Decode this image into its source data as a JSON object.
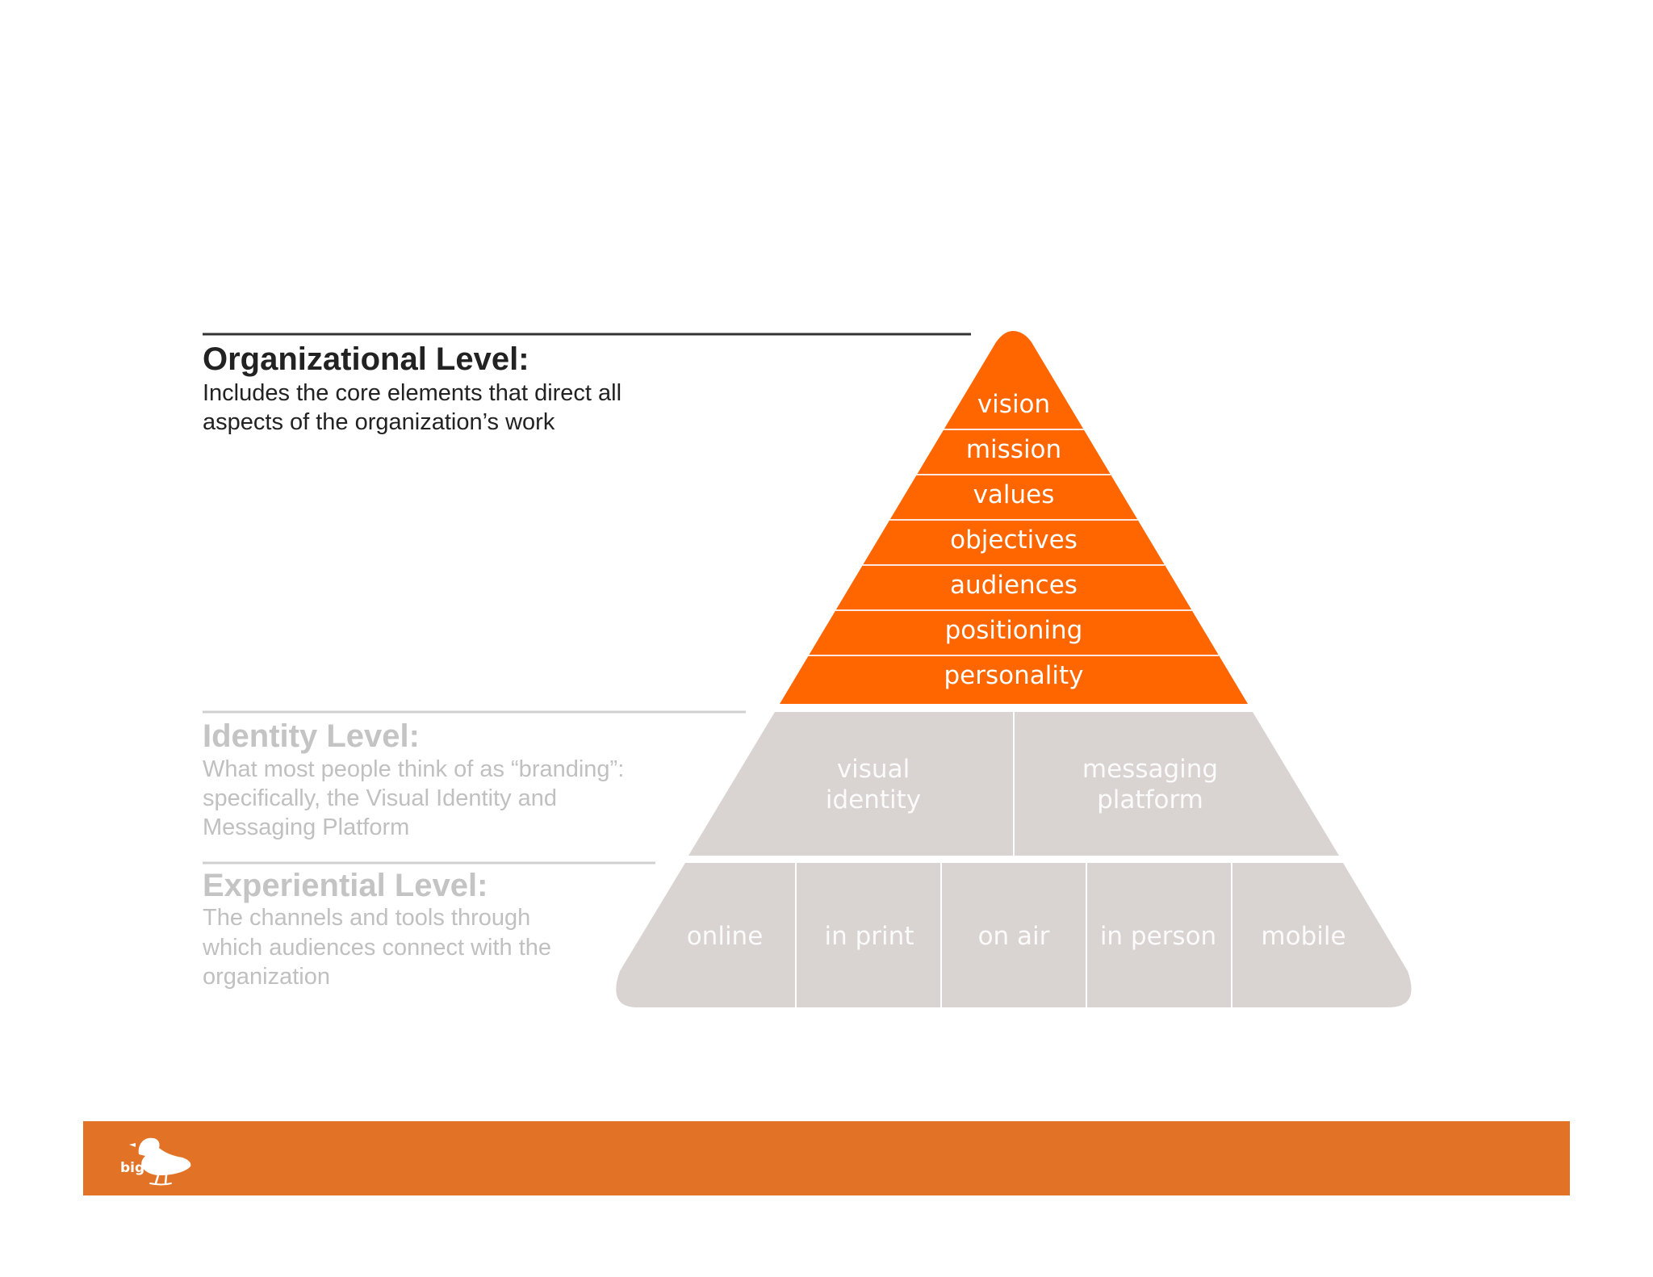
{
  "colors": {
    "orange": "#ff6600",
    "gray_fill": "#d9d3d2",
    "footer": "#e27225",
    "dark_text": "#222222",
    "muted_text": "#bdbdbd",
    "rule_dark": "#333333",
    "rule_light": "#d0d0d0"
  },
  "levels": {
    "organizational": {
      "title": "Organizational Level:",
      "desc_line1": "Includes the core elements that direct all",
      "desc_line2": "aspects of the organization’s work"
    },
    "identity": {
      "title": "Identity Level:",
      "desc_line1": "What most people think of as “branding”:",
      "desc_line2": "specifically, the Visual Identity and",
      "desc_line3": "Messaging Platform"
    },
    "experiential": {
      "title": "Experiential Level:",
      "desc_line1": "The channels and tools through",
      "desc_line2": "which audiences connect with the",
      "desc_line3": "organization"
    }
  },
  "pyramid": {
    "organizational_layers": [
      "vision",
      "mission",
      "values",
      "objectives",
      "audiences",
      "positioning",
      "personality"
    ],
    "identity_cells": [
      {
        "line1": "visual",
        "line2": "identity"
      },
      {
        "line1": "messaging",
        "line2": "platform"
      }
    ],
    "experiential_cells": [
      "online",
      "in print",
      "on air",
      "in person",
      "mobile"
    ]
  },
  "footer": {
    "logo_text": "big",
    "logo_icon": "duck-icon"
  }
}
